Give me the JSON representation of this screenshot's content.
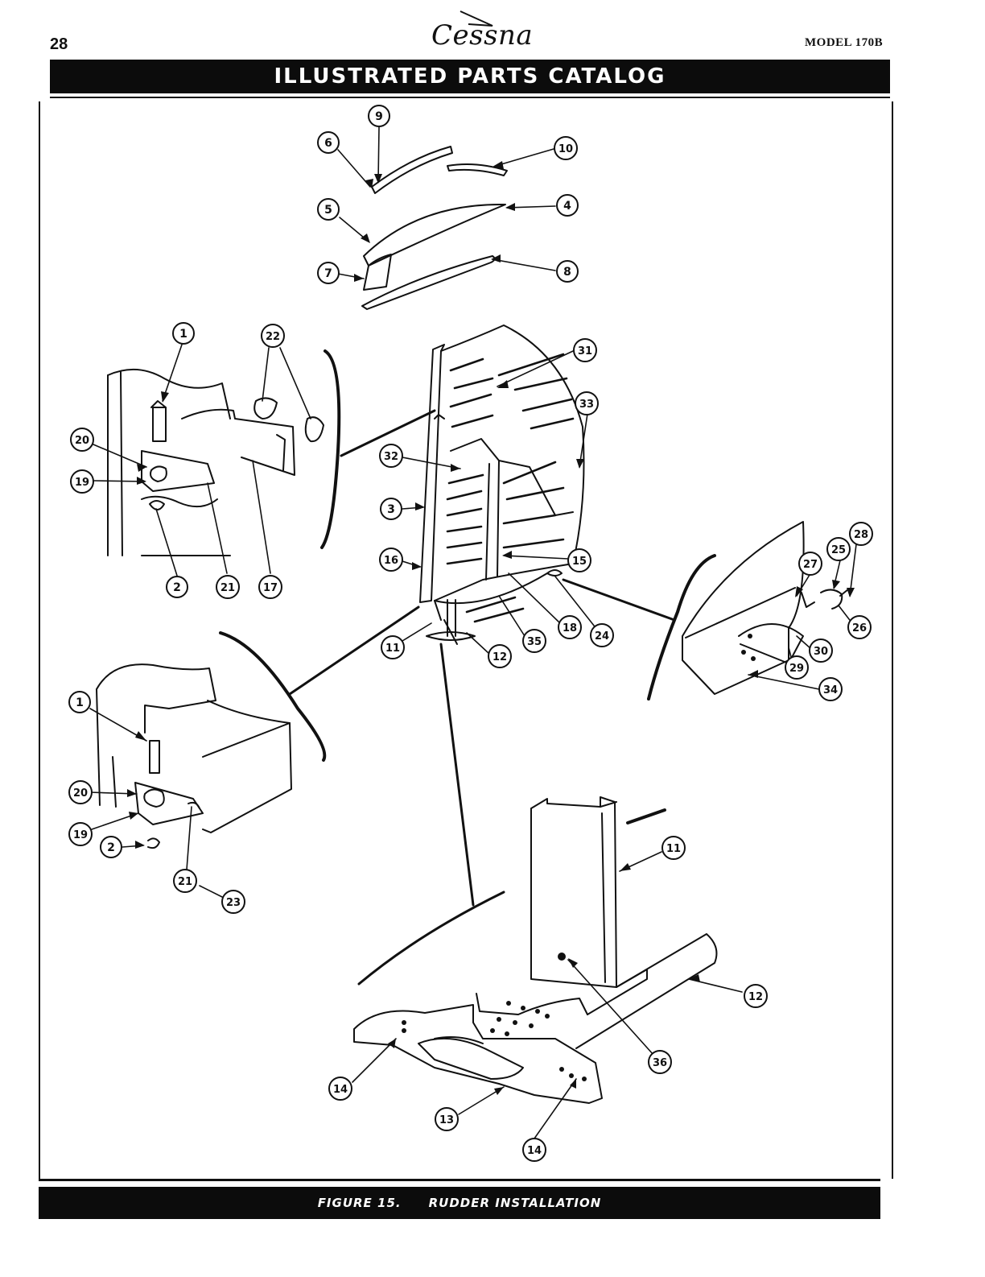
{
  "header": {
    "page_number": "28",
    "brand": "Cessna",
    "model": "MODEL 170B",
    "title": "ILLUSTRATED PARTS CATALOG"
  },
  "figure": {
    "label": "FIGURE 15.",
    "caption": "RUDDER INSTALLATION"
  },
  "callouts": {
    "c9": "9",
    "c6": "6",
    "c10": "10",
    "c5": "5",
    "c4": "4",
    "c7": "7",
    "c8": "8",
    "c1a": "1",
    "c22": "22",
    "c31": "31",
    "c33": "33",
    "c20a": "20",
    "c19a": "19",
    "c32": "32",
    "c3": "3",
    "c2a": "2",
    "c21a": "21",
    "c17": "17",
    "c16": "16",
    "c15": "15",
    "c28": "28",
    "c25": "25",
    "c27": "27",
    "c26": "26",
    "c11a": "11",
    "c35": "35",
    "c18": "18",
    "c24": "24",
    "c12a": "12",
    "c30": "30",
    "c29": "29",
    "c34": "34",
    "c1b": "1",
    "c20b": "20",
    "c19b": "19",
    "c2b": "2",
    "c21b": "21",
    "c23": "23",
    "c11b": "11",
    "c12b": "12",
    "c36": "36",
    "c14a": "14",
    "c13": "13",
    "c14b": "14"
  }
}
